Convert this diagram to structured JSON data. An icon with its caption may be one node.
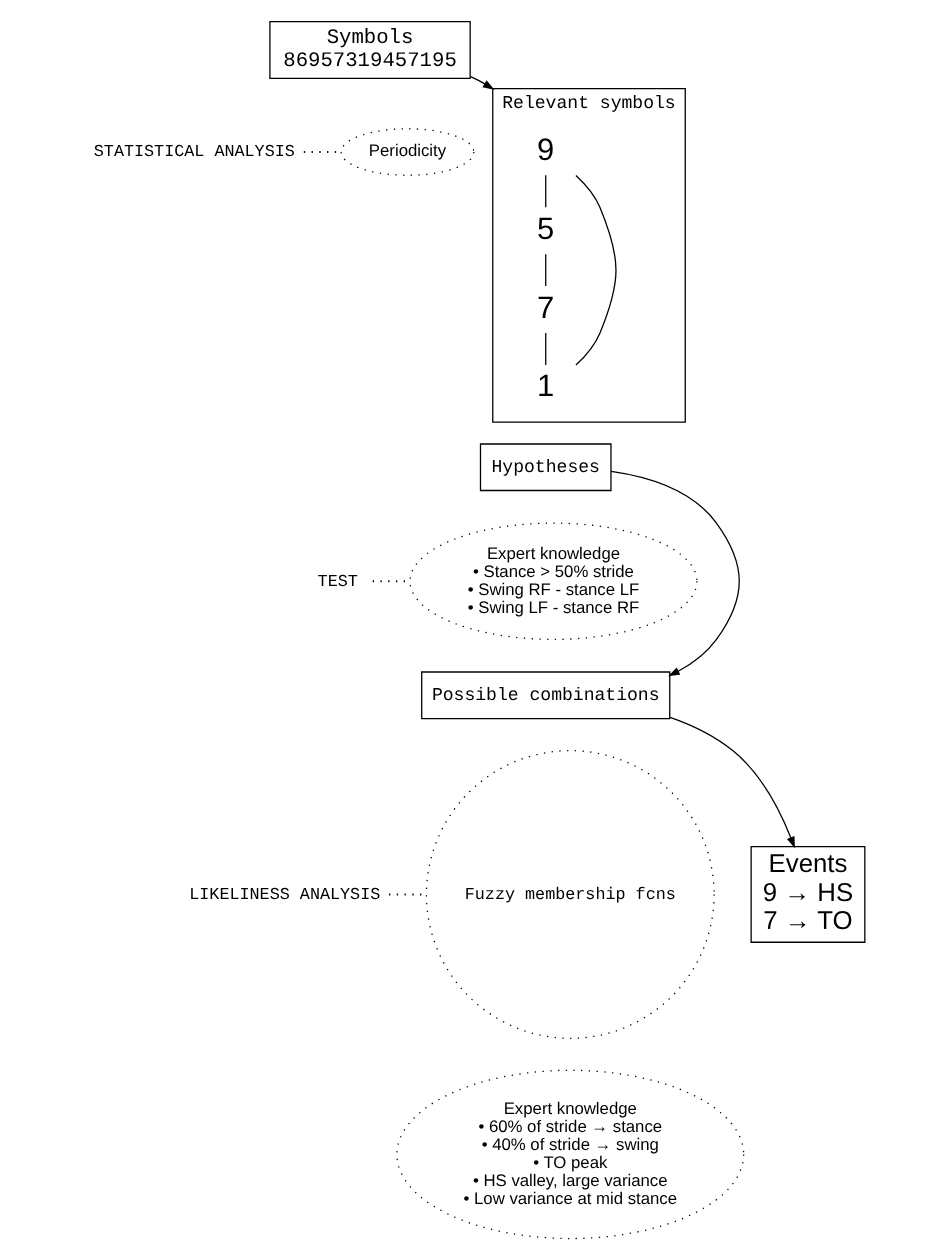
{
  "diagram": {
    "nodes": [
      {
        "text": [
          "Symbols",
          "86957319457195"
        ]
      },
      {
        "text": [
          "STATISTICAL ANALYSIS"
        ]
      },
      {
        "text": [
          "Periodicity"
        ]
      },
      {
        "text": [
          "Relevant symbols"
        ]
      },
      {
        "text": [
          "9"
        ],
        "in": 3
      },
      {
        "text": [
          "5"
        ],
        "in": 3
      },
      {
        "text": [
          "7"
        ],
        "in": 3
      },
      {
        "text": [
          "1"
        ],
        "in": 3
      },
      {
        "text": [
          "Hypotheses"
        ]
      },
      {
        "text": [
          "TEST"
        ]
      },
      {
        "text": [
          "Expert knowledge",
          "• Stance > 50% stride",
          "• Swing RF - stance LF",
          "• Swing LF - stance RF"
        ]
      },
      {
        "text": [
          "Possible combinations"
        ]
      },
      {
        "text": [
          "LIKELINESS ANALYSIS"
        ]
      },
      {
        "text": [
          "Fuzzy membership fcns"
        ]
      },
      {
        "text": [
          "Expert knowledge",
          "• 60% of stride → stance",
          "• 40% of stride → swing",
          "• TO peak",
          "• HS valley, large variance",
          "• Low variance at mid stance"
        ]
      },
      {
        "text": [
          "Events",
          "9 → HS",
          "7 → TO"
        ]
      }
    ],
    "edges": [
      {
        "from": 0,
        "to": 3,
        "arrow": "to"
      },
      {
        "from": 1,
        "to": 2,
        "arrow": "none",
        "style": "dashed"
      },
      {
        "from": 4,
        "to": 5,
        "arrow": "none"
      },
      {
        "from": 5,
        "to": 6,
        "arrow": "none"
      },
      {
        "from": 6,
        "to": 7,
        "arrow": "none"
      },
      {
        "from": 7,
        "to": 4,
        "arrow": "none"
      },
      {
        "from": 8,
        "to": 11,
        "arrow": "to"
      },
      {
        "from": 9,
        "to": 10,
        "arrow": "none",
        "style": "dashed"
      },
      {
        "from": 11,
        "to": 15,
        "arrow": "to"
      },
      {
        "from": 12,
        "to": 13,
        "arrow": "none",
        "style": "dashed"
      }
    ]
  }
}
